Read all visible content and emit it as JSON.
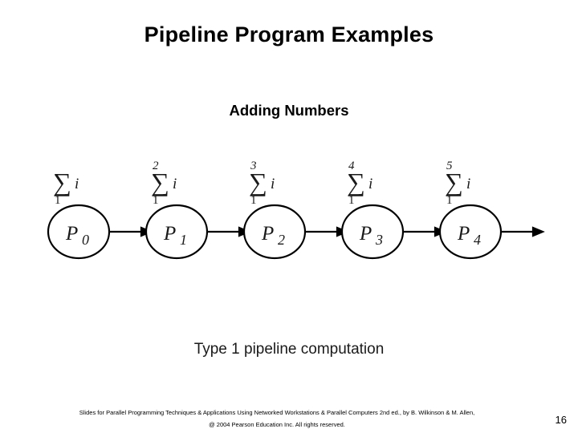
{
  "slide": {
    "title": "Pipeline Program Examples",
    "subtitle": "Adding Numbers",
    "caption": "Type 1 pipeline computation",
    "page_number": "16",
    "footer_line1": "Slides for Parallel Programming Techniques & Applications Using Networked Workstations & Parallel Computers 2nd ed., by B. Wilkinson & M. Allen,",
    "footer_line2": "@ 2004 Pearson Education Inc. All rights reserved."
  },
  "diagram": {
    "type": "pipeline",
    "nodes": [
      {
        "name": "P",
        "index": "0",
        "sum_upper": "",
        "sum_symbol": "",
        "sum_var": "",
        "sum_lower": "",
        "has_sum": false
      },
      {
        "name": "P",
        "index": "1",
        "sum_upper": "2",
        "sum_symbol": "∑",
        "sum_var": "i",
        "sum_lower": "1",
        "has_sum": true
      },
      {
        "name": "P",
        "index": "2",
        "sum_upper": "3",
        "sum_symbol": "∑",
        "sum_var": "i",
        "sum_lower": "1",
        "has_sum": true
      },
      {
        "name": "P",
        "index": "3",
        "sum_upper": "4",
        "sum_symbol": "∑",
        "sum_var": "i",
        "sum_lower": "1",
        "has_sum": true
      },
      {
        "name": "P",
        "index": "4",
        "sum_upper": "5",
        "sum_symbol": "∑",
        "sum_var": "i",
        "sum_lower": "1",
        "has_sum": true
      }
    ],
    "first_sum": {
      "sum_upper": "",
      "sum_symbol": "∑",
      "sum_var": "i",
      "sum_lower": "1"
    },
    "arrow_count": 5,
    "stroke_color": "#000000",
    "fill_color": "#ffffff"
  }
}
